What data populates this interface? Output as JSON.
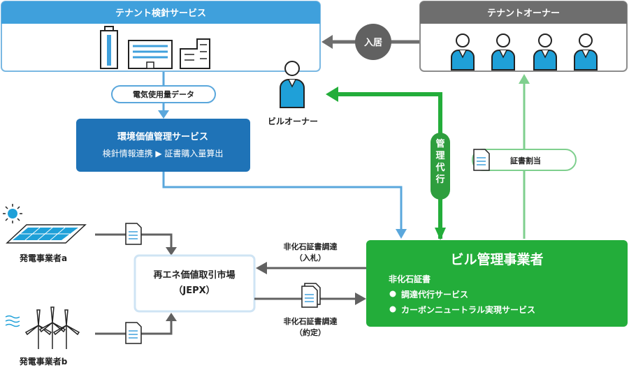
{
  "tenant_service": {
    "title": "テナント検針サービス"
  },
  "tenant_owner": {
    "title": "テナントオーナー"
  },
  "move_in": {
    "label": "入居"
  },
  "building_owner": {
    "label": "ビルオーナー"
  },
  "electricity_data": {
    "label": "電気使用量データ"
  },
  "env_service": {
    "title": "環境価値管理サービス",
    "subtitle": "検針情報連携 ▶ 証書購入量算出"
  },
  "agency": {
    "label": "管理代行"
  },
  "cert_allocation": {
    "label": "証書割当"
  },
  "generator_a": {
    "label": "発電事業者a"
  },
  "generator_b": {
    "label": "発電事業者b"
  },
  "jepx": {
    "line1": "再エネ価値取引市場",
    "line2": "（JEPX）"
  },
  "bid": {
    "line1": "非化石証書調達",
    "line2": "（入札）"
  },
  "contract": {
    "line1": "非化石証書調達",
    "line2": "（約定）"
  },
  "building_mgmt": {
    "title": "ビル管理事業者",
    "section": "非化石証書",
    "items": [
      "調達代行サービス",
      "カーボンニュートラル実現サービス"
    ]
  },
  "colors": {
    "blue": "#3fa0dc",
    "dark_blue": "#1f73b7",
    "green": "#23ad3a",
    "light_green": "#7fcf8e",
    "gray": "#6e6e6e",
    "light_blue": "#7ab8e2"
  }
}
